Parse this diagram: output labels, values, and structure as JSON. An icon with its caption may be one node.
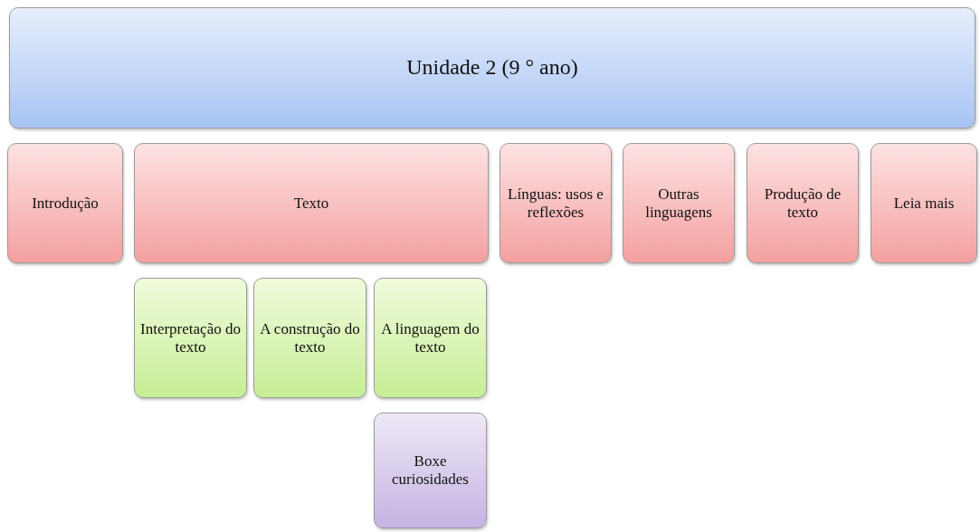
{
  "diagram": {
    "nodes": [
      {
        "text": [
          "Unidade 2 (9 ° ano)"
        ]
      },
      {
        "text": [
          "Introdução"
        ]
      },
      {
        "text": [
          "Texto"
        ]
      },
      {
        "text": [
          "Línguas: usos e reflexões"
        ]
      },
      {
        "text": [
          "Outras linguagens"
        ]
      },
      {
        "text": [
          "Produção de texto"
        ]
      },
      {
        "text": [
          "Leia mais"
        ]
      },
      {
        "text": [
          "Interpretação do texto"
        ]
      },
      {
        "text": [
          "A construção do texto"
        ]
      },
      {
        "text": [
          "A linguagem do texto"
        ]
      },
      {
        "text": [
          "Boxe curiosidades"
        ]
      }
    ]
  }
}
